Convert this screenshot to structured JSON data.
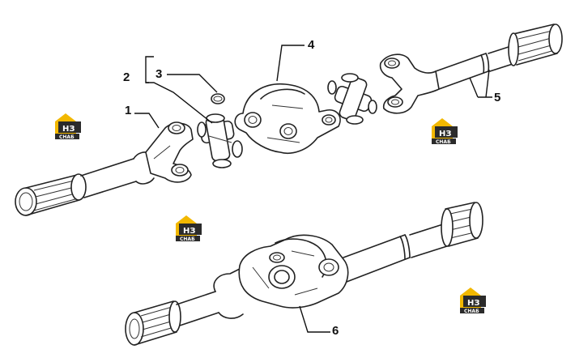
{
  "callouts": {
    "part_1": "1",
    "part_2": "2",
    "part_3": "3",
    "part_4": "4",
    "part_5": "5",
    "part_6": "6"
  },
  "watermark": {
    "logo_text": "НЗ",
    "sub_text": "СНАБ",
    "colors": {
      "accent": "#f2b800",
      "dark": "#2b2b2b"
    }
  }
}
